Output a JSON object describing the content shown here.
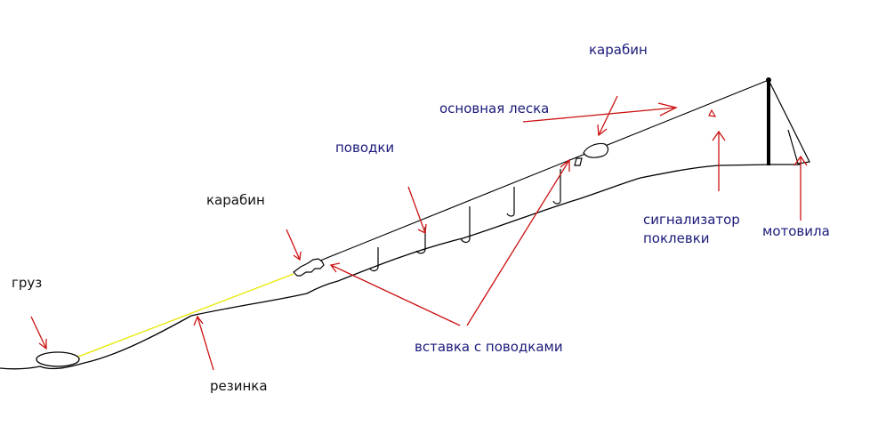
{
  "labels": {
    "sinker": "груз",
    "rubber": "резинка",
    "carabiner_left": "карабин",
    "leaders": "поводки",
    "carabiner_top": "карабин",
    "main_line": "основная леска",
    "insert": "вставка с поводками",
    "bite_alarm_line1": "сигнализатор",
    "bite_alarm_line2": "поклевки",
    "reel": "мотовила"
  },
  "colors": {
    "line": "#000000",
    "arrow": "#cc1111",
    "rubber": "#e8e800",
    "label_blue": "#1a1a7a",
    "label_black": "#111111"
  }
}
